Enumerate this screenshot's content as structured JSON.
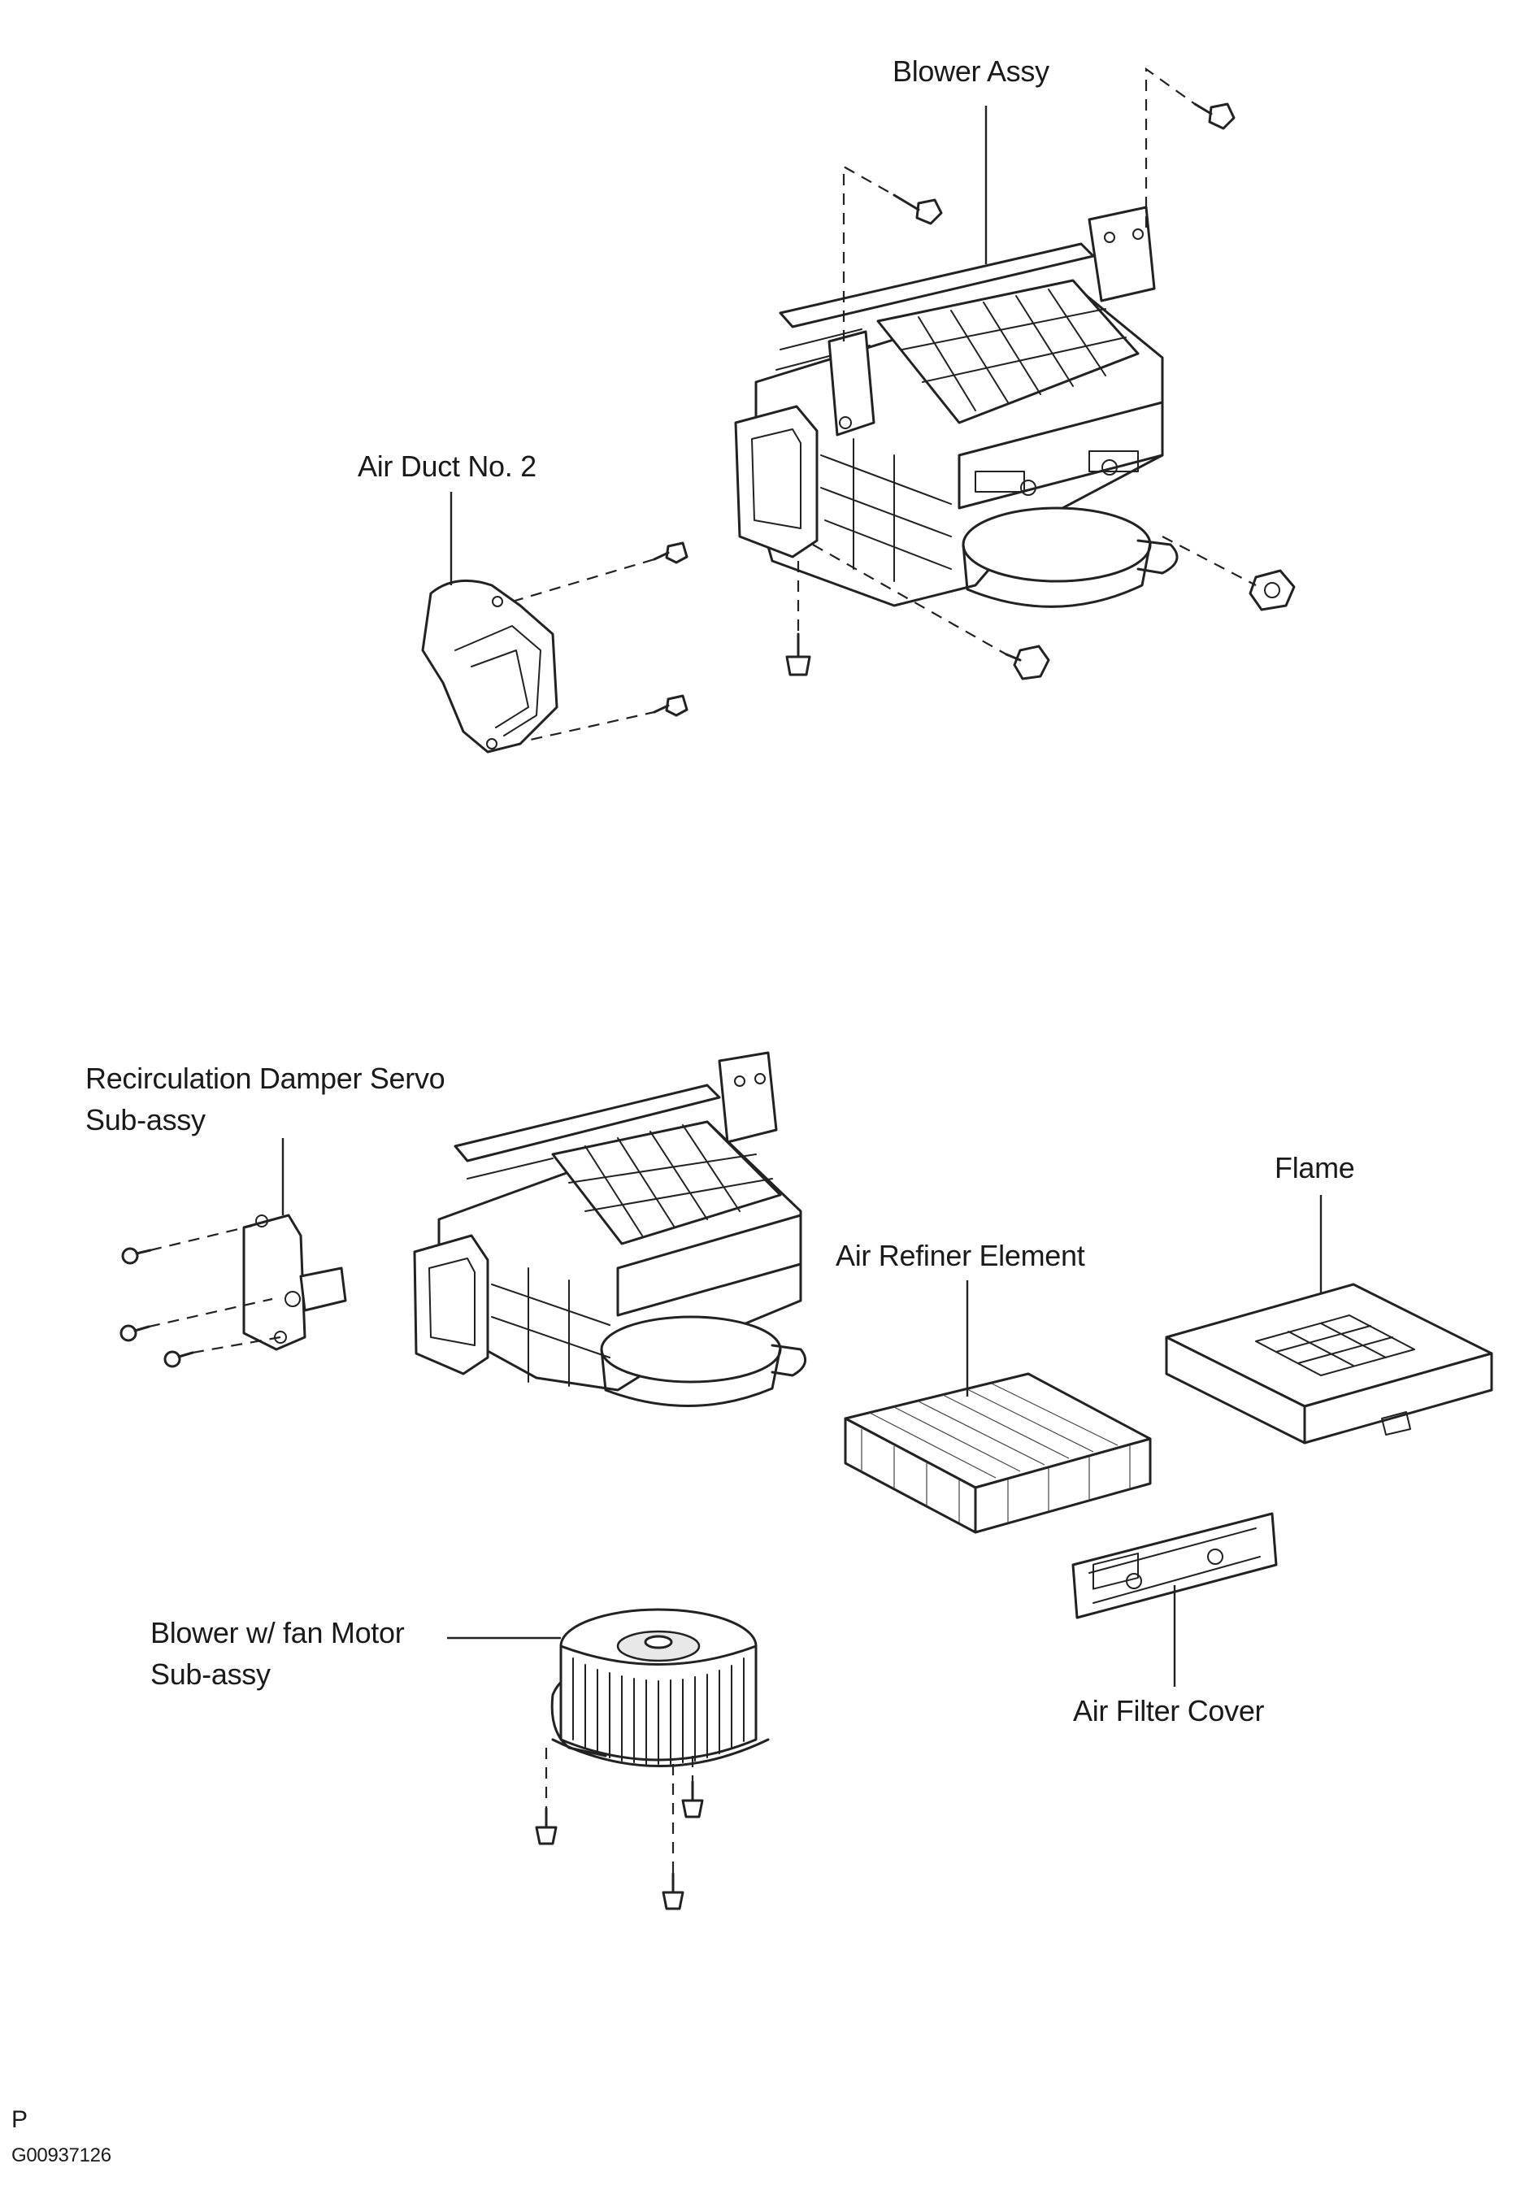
{
  "labels": {
    "blower_assy": "Blower Assy",
    "air_duct_no2": "Air Duct No. 2",
    "recirc_servo_line1": "Recirculation Damper Servo",
    "recirc_servo_line2": "Sub-assy",
    "flame": "Flame",
    "air_refiner_element": "Air Refiner Element",
    "blower_fan_motor_line1": "Blower w/ fan Motor",
    "blower_fan_motor_line2": "Sub-assy",
    "air_filter_cover": "Air Filter Cover"
  },
  "footer": {
    "mark": "P",
    "code": "G00937126"
  },
  "colors": {
    "line": "#222222",
    "background": "#ffffff"
  }
}
